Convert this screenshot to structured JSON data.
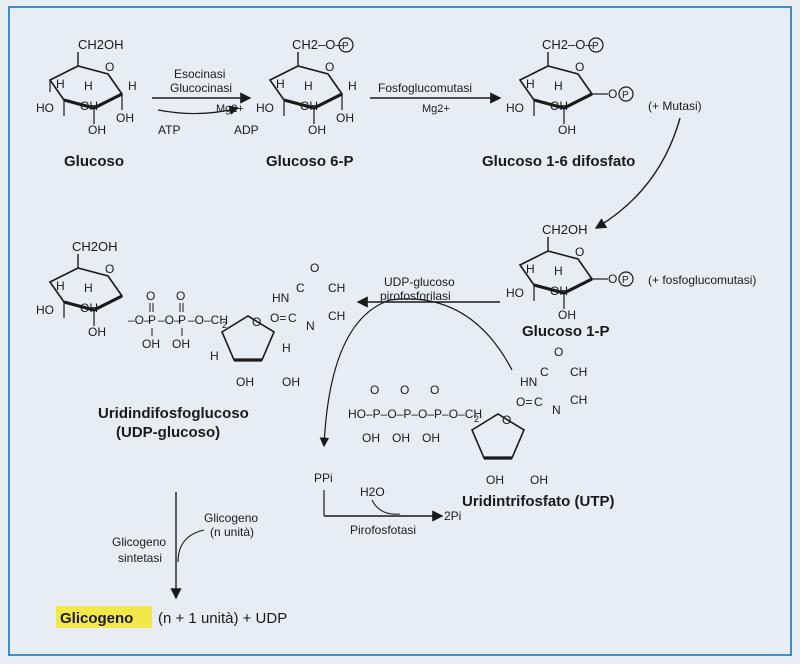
{
  "structures": {
    "glucosio": {
      "name": "Glucoso",
      "ch2oh": "CH2OH"
    },
    "glucosio6p": {
      "name": "Glucoso 6-P",
      "ch2o": "CH2–O–"
    },
    "glucosio16": {
      "name": "Glucoso 1-6 difosfato",
      "ch2o": "CH2–O–"
    },
    "glucosio1p": {
      "name": "Glucoso 1-P",
      "ch2oh": "CH2OH"
    },
    "udpg": {
      "name": "Uridindifosfoglucoso",
      "abbr": "(UDP-glucoso)",
      "ch2oh": "CH2OH"
    },
    "utp": {
      "name": "Uridintrifosfato (UTP)"
    }
  },
  "atoms": {
    "H": "H",
    "OH": "OH",
    "HO": "HO",
    "O": "O",
    "P": "P",
    "N": "N",
    "CH": "CH",
    "C": "C",
    "CH2": "CH2"
  },
  "enzymes": {
    "e1_line1": "Esocinasi",
    "e1_line2": "Glucocinasi",
    "mg": "Mg2+",
    "atp": "ATP",
    "adp": "ADP",
    "e2": "Fosfoglucomutasi",
    "mutasi": "(+ Mutasi)",
    "fosfoglucomutasi": "(+ fosfoglucomutasi)",
    "e3_line1": "UDP-glucoso",
    "e3_line2": "pirofosforilasi",
    "ppi": "PPi",
    "h2o": "H2O",
    "pirofosfatasi": "Pirofosfotasi",
    "twopi": "2Pi",
    "glicogeno_n_1": "Glicogeno",
    "glicogeno_n_2": "(n unità)",
    "sintetasi_1": "Glicogeno",
    "sintetasi_2": "sintetasi"
  },
  "result": {
    "highlight": "Glicogeno",
    "rest": "(n + 1 unità) + UDP"
  },
  "colors": {
    "border": "#3b8fd0",
    "highlight": "#f3e84a",
    "background": "#e8edf4"
  }
}
